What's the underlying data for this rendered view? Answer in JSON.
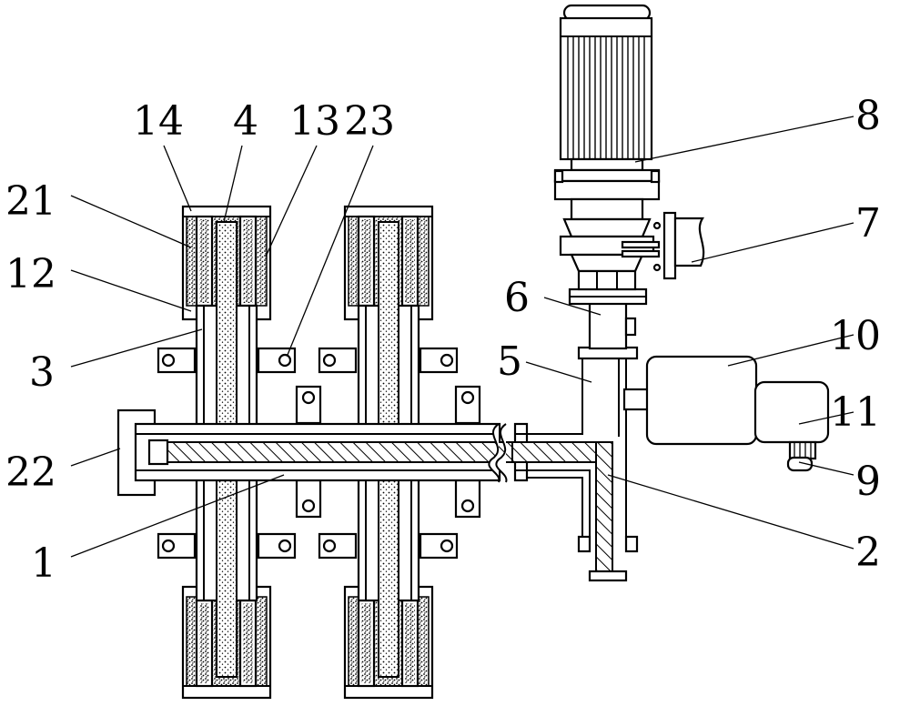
{
  "labels": {
    "l14": "14",
    "l4": "4",
    "l13": "13",
    "l23": "23",
    "l21": "21",
    "l12": "12",
    "l3": "3",
    "l22": "22",
    "l1": "1",
    "l8": "8",
    "l7": "7",
    "l6": "6",
    "l5": "5",
    "l10": "10",
    "l11": "11",
    "l9": "9",
    "l2": "2"
  }
}
